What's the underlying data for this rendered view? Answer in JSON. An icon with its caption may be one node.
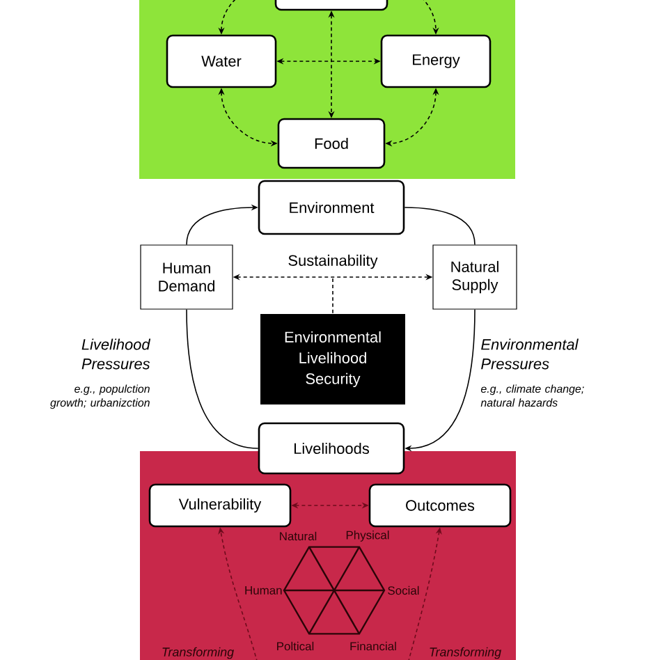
{
  "diagram": {
    "nodes": [
      {
        "text": [],
        "shape": "box"
      },
      {
        "text": [],
        "shape": "box"
      },
      {
        "text": [
          "Water"
        ],
        "in": 0
      },
      {
        "text": [
          "Energy"
        ],
        "in": 0
      },
      {
        "text": [
          "Food"
        ],
        "in": 0
      },
      {
        "text": [
          "Environment"
        ]
      },
      {
        "text": [
          "Human Demand"
        ]
      },
      {
        "text": [
          "Natural Supply"
        ]
      },
      {
        "text": [
          "Environmental Livelihood Security"
        ]
      },
      {
        "text": [
          "Livelihoods"
        ]
      },
      {
        "text": [],
        "shape": "box"
      },
      {
        "text": [
          "Vulnerability"
        ],
        "in": 10
      },
      {
        "text": [
          "Outcomes"
        ],
        "in": 10
      }
    ],
    "edges": [
      {
        "from": 1,
        "to": 2,
        "arrow": "to",
        "style": "dashed"
      },
      {
        "from": 1,
        "to": 3,
        "arrow": "to",
        "style": "dashed"
      },
      {
        "from": 1,
        "to": 4,
        "arrow": "both",
        "style": "dashed"
      },
      {
        "from": 2,
        "to": 3,
        "arrow": "both",
        "style": "dashed"
      },
      {
        "from": 2,
        "to": 4,
        "arrow": "both",
        "style": "dashed"
      },
      {
        "from": 3,
        "to": 4,
        "arrow": "both",
        "style": "dashed"
      },
      {
        "from": 6,
        "to": 5,
        "arrow": "to"
      },
      {
        "from": 5,
        "to": 7,
        "arrow": "none"
      },
      {
        "from": 7,
        "to": 9,
        "arrow": "to"
      },
      {
        "from": 6,
        "to": 9,
        "arrow": "none"
      },
      {
        "from": 6,
        "to": 7,
        "arrow": "both",
        "style": "dashed",
        "label": "Sustainability"
      },
      {
        "from": null,
        "to": 8,
        "arrow": "none",
        "style": "dashed"
      },
      {
        "from": 11,
        "to": 12,
        "arrow": "both",
        "style": "dashed",
        "color": "#6e0b1c"
      },
      {
        "from": null,
        "to": 11,
        "arrow": "to",
        "style": "dashed",
        "color": "#6e0b1c"
      },
      {
        "from": null,
        "to": 12,
        "arrow": "to",
        "style": "dashed",
        "color": "#6e0b1c"
      }
    ],
    "labels": [
      "Livelihood Pressures",
      "e.g., populction growth; urbanizction",
      "Environmental Pressures",
      "e.g., climate change; natural hazards",
      "Natural",
      "Physical",
      "Human",
      "Social",
      "Poltical",
      "Financial",
      "Transforming",
      "Transforming"
    ]
  }
}
